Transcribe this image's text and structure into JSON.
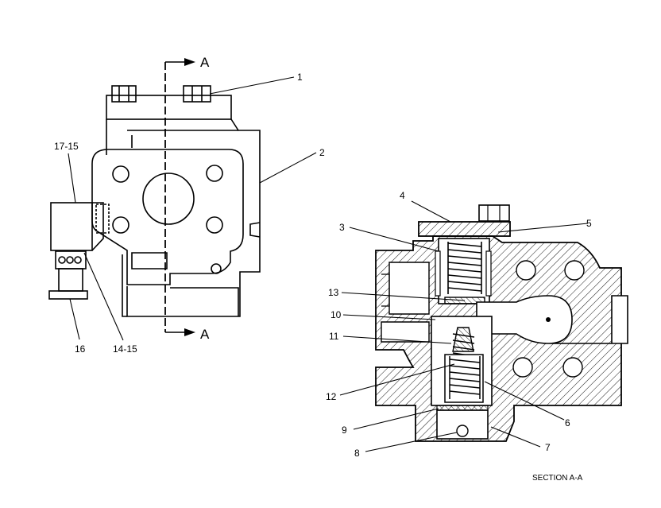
{
  "figure": {
    "section_marker_top": "A",
    "section_marker_bottom": "A",
    "caption": "SECTION A-A"
  },
  "callouts": {
    "c1": "1",
    "c2": "2",
    "c3": "3",
    "c4": "4",
    "c5": "5",
    "c6": "6",
    "c7": "7",
    "c8": "8",
    "c9": "9",
    "c10": "10",
    "c11": "11",
    "c12": "12",
    "c13": "13",
    "c14_15": "14-15",
    "c16": "16",
    "c17_15": "17-15"
  }
}
